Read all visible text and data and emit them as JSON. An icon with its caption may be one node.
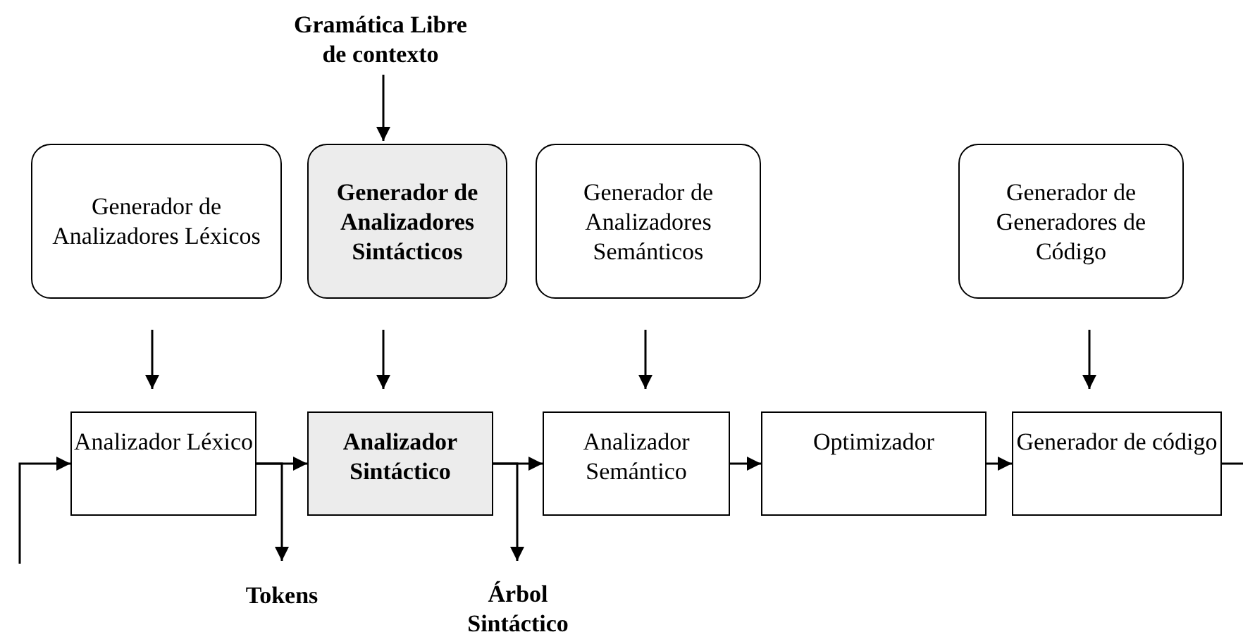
{
  "diagram": {
    "nodes": [
      {
        "text": [
          "Gramática Libre de contexto"
        ]
      },
      {
        "text": [
          "Generador de Analizadores Léxicos"
        ]
      },
      {
        "text": [
          "Generador de Analizadores Sintácticos"
        ]
      },
      {
        "text": [
          "Generador de Analizadores Semánticos"
        ]
      },
      {
        "text": [
          "Generador de Generadores de Código"
        ]
      },
      {
        "text": [
          "Analizador Léxico"
        ]
      },
      {
        "text": [
          "Analizador Sintáctico"
        ]
      },
      {
        "text": [
          "Analizador Semántico"
        ]
      },
      {
        "text": [
          "Optimizador"
        ]
      },
      {
        "text": [
          "Generador de código"
        ]
      },
      {
        "text": [
          "Tokens"
        ]
      },
      {
        "text": [
          "Árbol Sintáctico"
        ]
      }
    ],
    "edges": [
      {
        "from": 0,
        "to": 2,
        "arrow": "to"
      },
      {
        "from": 1,
        "to": 5,
        "arrow": "to"
      },
      {
        "from": 2,
        "to": 6,
        "arrow": "to"
      },
      {
        "from": 3,
        "to": 7,
        "arrow": "to"
      },
      {
        "from": 4,
        "to": 9,
        "arrow": "to"
      },
      {
        "from": null,
        "to": 5,
        "arrow": "to"
      },
      {
        "from": 5,
        "to": 6,
        "arrow": "to"
      },
      {
        "from": 6,
        "to": 7,
        "arrow": "to"
      },
      {
        "from": 7,
        "to": 8,
        "arrow": "to"
      },
      {
        "from": 8,
        "to": 9,
        "arrow": "to"
      },
      {
        "from": 9,
        "to": null,
        "arrow": "none"
      },
      {
        "from": 5,
        "to": 10,
        "arrow": "to"
      },
      {
        "from": 6,
        "to": 11,
        "arrow": "to"
      }
    ]
  }
}
